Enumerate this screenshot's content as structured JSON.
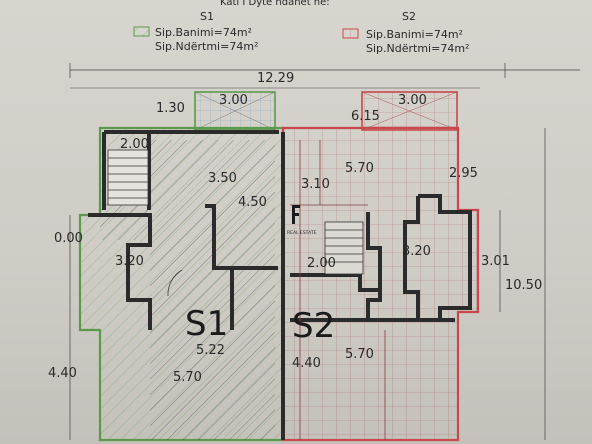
{
  "header": {
    "top_text": "Kati I Dytë ndahet në:",
    "s1": {
      "title": "S1",
      "banimi": "Sip.Banimi=74m²",
      "ndertimi": "Sip.Ndërtmi=74m²",
      "color": "#5b9a4a"
    },
    "s2": {
      "title": "S2",
      "banimi": "Sip.Banimi=74m²",
      "ndertimi": "Sip.Ndërtmi=74m²",
      "color": "#c8484b"
    }
  },
  "plan": {
    "units": {
      "s1": "S1",
      "s2": "S2"
    },
    "dimensions": {
      "overall_width": "12.29",
      "balcony_left_offset": "1.30",
      "balcony_left_width": "3.00",
      "balcony_right_width": "3.00",
      "balcony_right_offset": "6.15",
      "stair_width": "2.00",
      "room_s1_top_width": "3.50",
      "room_s1_height": "4.50",
      "room_s2_top_left": "3.10",
      "room_s2_top_width": "5.70",
      "side_right_top": "2.95",
      "left_edge": "0.00",
      "room_s1_mid": "3.20",
      "stair_center": "2.00",
      "room_s2_mid": "3.20",
      "right_edge_height": "3.01",
      "overall_height": "10.50",
      "s1_area": "5.22",
      "s2_lower_left": "4.40",
      "s2_lower_width": "5.70",
      "left_bottom_height": "4.40",
      "s1_bottom_width": "5.70"
    },
    "logo_text": "REAL ESTATE"
  }
}
